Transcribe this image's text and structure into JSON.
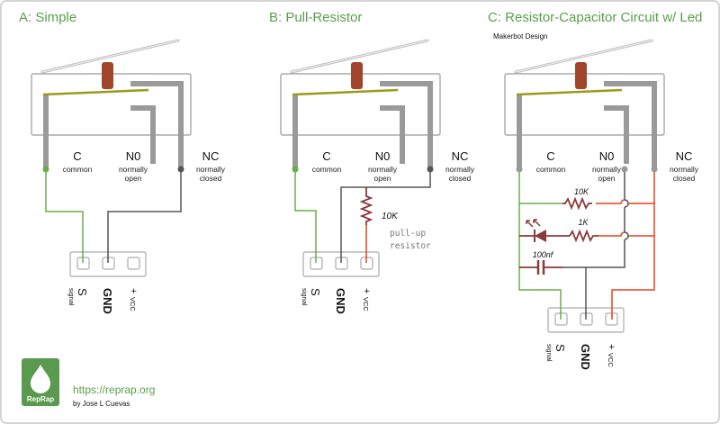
{
  "panels": {
    "a_title": "A: Simple",
    "b_title": "B: Pull-Resistor",
    "c_title": "C: Resistor-Capacitor Circuit w/ Led",
    "c_subtitle": "Makerbot Design"
  },
  "switch": {
    "c": "C",
    "c_desc": "common",
    "no": "N0",
    "no_desc1": "normally",
    "no_desc2": "open",
    "nc": "NC",
    "nc_desc1": "normally",
    "nc_desc2": "closed"
  },
  "connector": {
    "s": "S",
    "s_desc": "signal",
    "gnd": "GND",
    "vcc_sign": "+",
    "vcc": "VCC"
  },
  "pullup": {
    "value": "10K",
    "label1": "pull-up",
    "label2": "resistor"
  },
  "rc": {
    "r1": "10K",
    "r2": "1K",
    "cap": "100nf"
  },
  "footer": {
    "logo_text": "RepRap",
    "url": "https://reprap.org",
    "author": "by Jose L Cuevas"
  },
  "colors": {
    "signal": "#6aad4c",
    "gnd": "#555555",
    "vcc": "#e8401c",
    "component": "#8b3a3a",
    "title": "#5a9e4b"
  }
}
